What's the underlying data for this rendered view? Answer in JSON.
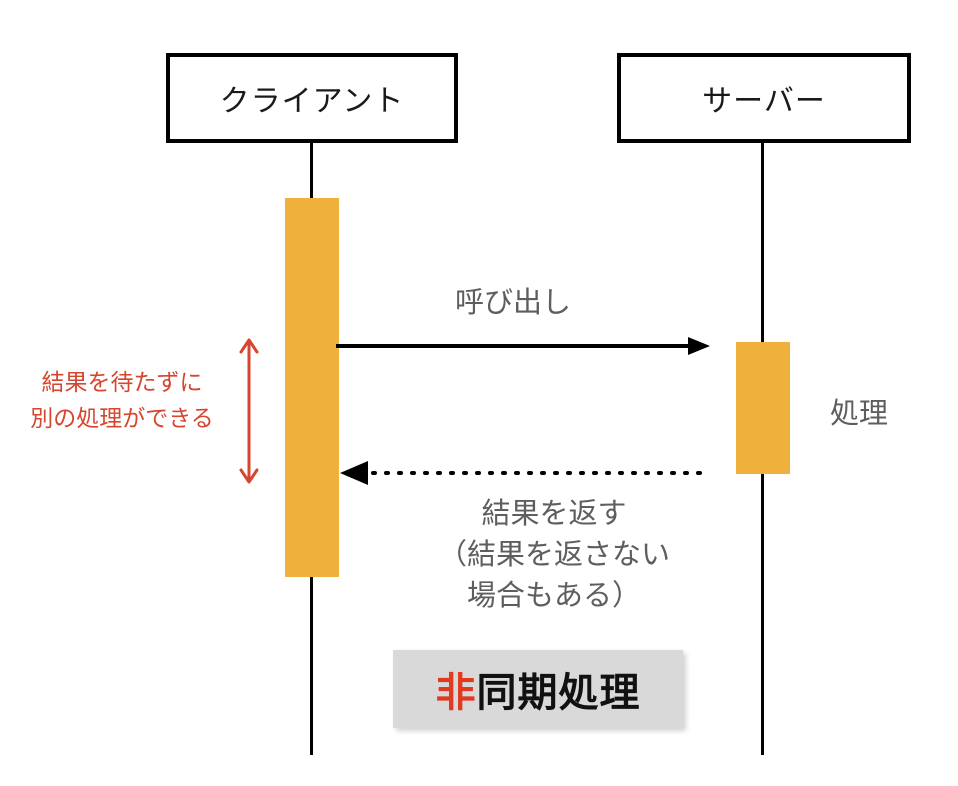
{
  "diagram": {
    "type": "uml-sequence-diagram",
    "caption": {
      "accent_text": "非",
      "rest_text": "同期処理",
      "full_text": "非同期処理",
      "accent_color": "#e03a20",
      "rest_color": "#111111",
      "background_color": "#d9d9d9"
    },
    "participants": [
      {
        "id": "client",
        "label": "クライアント"
      },
      {
        "id": "server",
        "label": "サーバー"
      }
    ],
    "activations": [
      {
        "id": "client-activation",
        "participant": "client",
        "color": "#efb03c"
      },
      {
        "id": "server-activation",
        "participant": "server",
        "color": "#efb03c"
      }
    ],
    "messages": [
      {
        "id": "call",
        "label": "呼び出し",
        "from": "client",
        "to": "server",
        "style": "solid",
        "arrowhead": "filled",
        "color": "#000000",
        "label_color": "#5e5e5e"
      },
      {
        "id": "return",
        "label_lines": [
          "結果を返す",
          "（結果を返さない",
          "場合もある）"
        ],
        "from": "server",
        "to": "client",
        "style": "dotted",
        "arrowhead": "filled",
        "color": "#000000",
        "label_color": "#5e5e5e"
      }
    ],
    "server_process_label": "処理",
    "annotation": {
      "lines": [
        "結果を待たずに",
        "別の処理ができる"
      ],
      "color": "#d6452e",
      "arrow": "double-headed-vertical"
    }
  }
}
